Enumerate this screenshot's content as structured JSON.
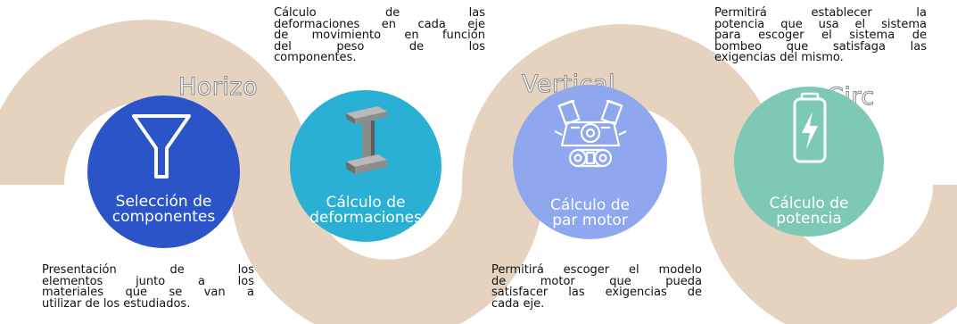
{
  "colors": {
    "ribbon": "#e6d3bf",
    "circle1": "#2c54c9",
    "circle2": "#29b0d4",
    "circle3": "#8ea7ee",
    "circle4": "#7dc9b6"
  },
  "stage_words": [
    "Horizo",
    "Vertical",
    "Circ"
  ],
  "steps": [
    {
      "title_line1": "Selección de",
      "title_line2": "componentes",
      "icon": "funnel-icon",
      "description_lines": [
        "Presentación de los",
        "elementos junto a los",
        "materiales que se van a",
        "utilizar de los estudiados."
      ]
    },
    {
      "title_line1": "Cálculo de",
      "title_line2": "deformaciones",
      "icon": "steel-beam-icon",
      "description_lines": [
        "Cálculo de las",
        "deformaciones en cada eje",
        "de movimiento en función",
        "del peso de los",
        "componentes."
      ]
    },
    {
      "title_line1": "Cálculo de",
      "title_line2": "par motor",
      "icon": "engine-icon",
      "description_lines": [
        "Permitirá escoger el modelo",
        "de motor que pueda",
        "satisfacer las exigencias de",
        "cada eje."
      ]
    },
    {
      "title_line1": "Cálculo de",
      "title_line2": "potencia",
      "icon": "battery-bolt-icon",
      "description_lines": [
        "Permitirá establecer la",
        "potencia que usa el sistema",
        "para escoger el sistema de",
        "bombeo que satisfaga las",
        "exigencias del mismo."
      ]
    }
  ]
}
